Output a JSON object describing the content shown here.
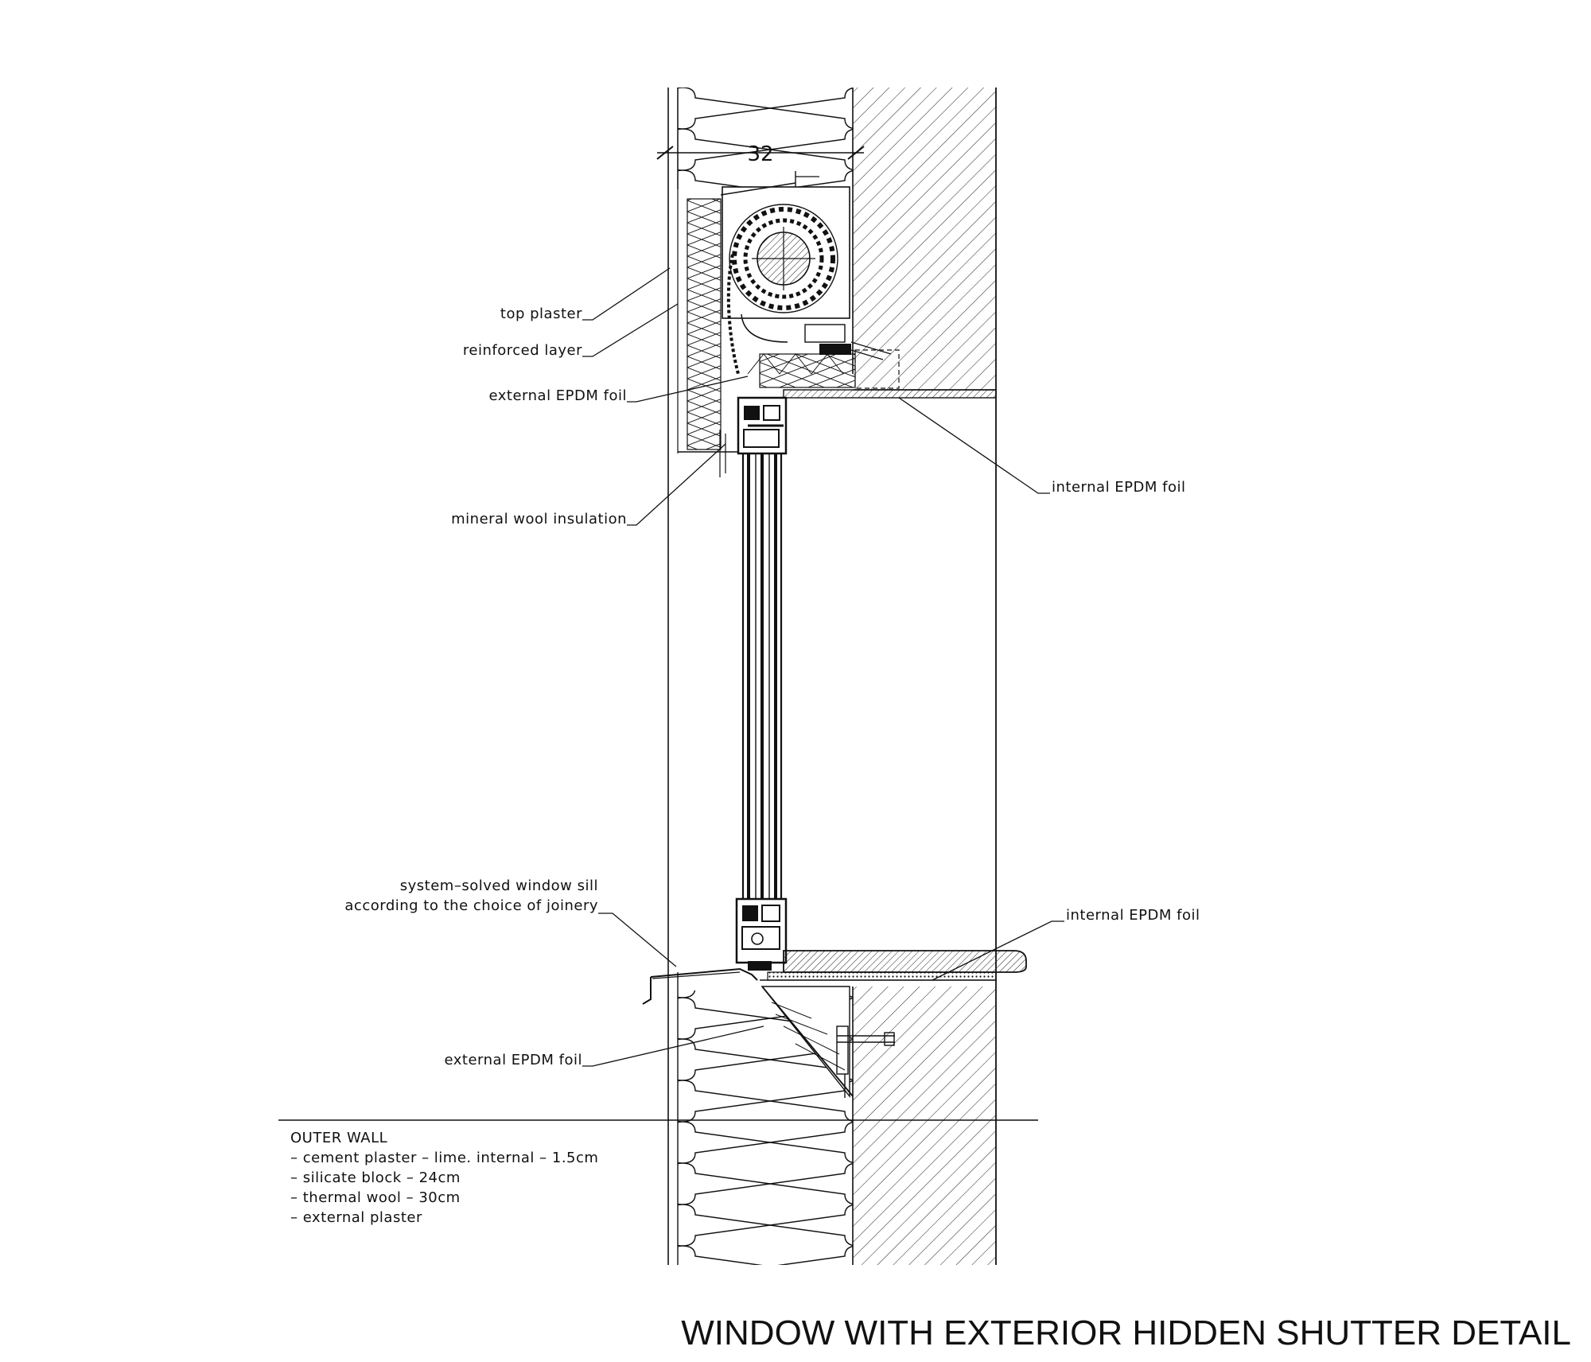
{
  "title": "WINDOW WITH EXTERIOR HIDDEN SHUTTER DETAIL",
  "dimension": "32",
  "labels": {
    "top_plaster": "top plaster",
    "reinforced_layer": "reinforced layer",
    "external_epdm_top": "external EPDM foil",
    "mineral_wool": "mineral wool insulation",
    "internal_epdm_top": "internal EPDM foil",
    "sill_line1": "system–solved window sill",
    "sill_line2": "according to the choice of joinery",
    "internal_epdm_bottom": "internal EPDM foil",
    "external_epdm_bottom": "external EPDM foil"
  },
  "legend": {
    "heading": "OUTER WALL",
    "items": [
      "– cement plaster – lime. internal – 1.5cm",
      "– silicate block – 24cm",
      "– thermal wool – 30cm",
      "– external plaster"
    ]
  }
}
